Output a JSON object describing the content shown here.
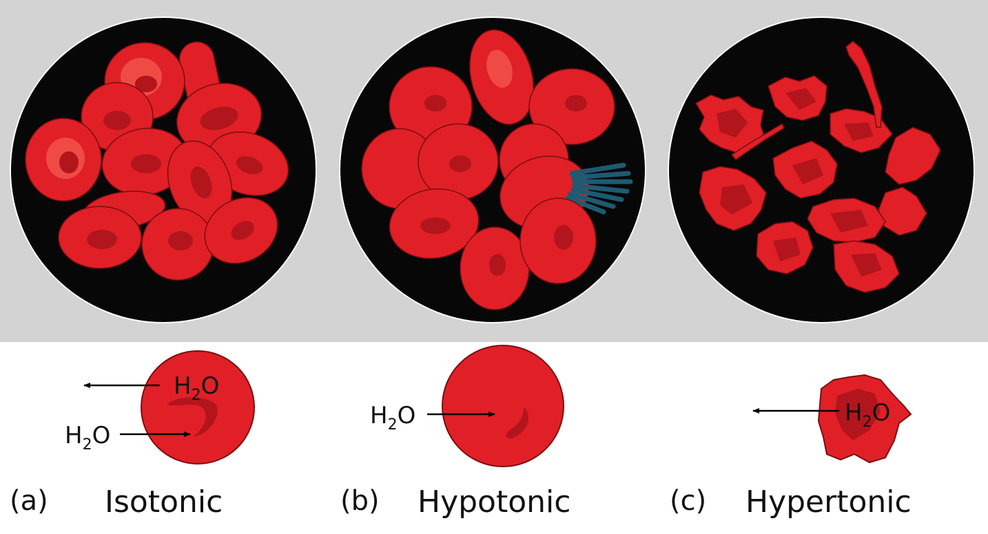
{
  "panels": [
    {
      "letter": "(a)",
      "name": "Isotonic",
      "h2o_out": {
        "base": "H",
        "sub": "2",
        "rest": "O"
      },
      "h2o_in": {
        "base": "H",
        "sub": "2",
        "rest": "O"
      }
    },
    {
      "letter": "(b)",
      "name": "Hypotonic",
      "h2o_in": {
        "base": "H",
        "sub": "2",
        "rest": "O"
      }
    },
    {
      "letter": "(c)",
      "name": "Hypertonic",
      "h2o_out": {
        "base": "H",
        "sub": "2",
        "rest": "O"
      }
    }
  ],
  "colors": {
    "top_background": "#d3d3d3",
    "circle_fill": "#070707",
    "cell_fill": "#e11f26",
    "cell_highlight": "#f04a45",
    "cell_center": "#b3151c",
    "cell_outline": "#7a0d10",
    "burst_color": "#1e5a72"
  },
  "icons": [
    "left-arrow-icon",
    "right-arrow-icon"
  ]
}
